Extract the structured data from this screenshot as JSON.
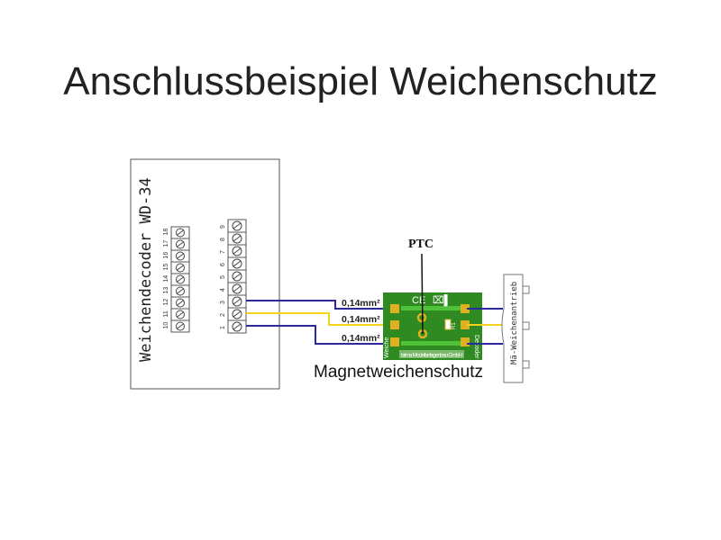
{
  "title": "Anschlussbeispiel Weichenschutz",
  "decoder": {
    "label": "Weichendecoder WD-34",
    "terminals_left": [
      "10",
      "11",
      "12",
      "13",
      "14",
      "15",
      "16",
      "17",
      "18"
    ],
    "terminals_right": [
      "1",
      "2",
      "3",
      "4",
      "5",
      "6",
      "7",
      "8",
      "9"
    ]
  },
  "wires": [
    {
      "label": "0,14mm²",
      "color": "#2a2a9a"
    },
    {
      "label": "0,14mm²",
      "color": "#f2d21a"
    },
    {
      "label": "0,14mm²",
      "color": "#2a2a9a"
    }
  ],
  "ptc_label": "PTC",
  "board": {
    "name": "Magnetweichenschutz",
    "ce_mark": "CE",
    "left_label": "Weiche",
    "right_label": "Decoder",
    "resistor_label": "R1",
    "maker": "brima Modellanlagenbau GmbH",
    "color": "#2f8a22"
  },
  "drive": {
    "label": "Mä-Weichenantrieb"
  }
}
